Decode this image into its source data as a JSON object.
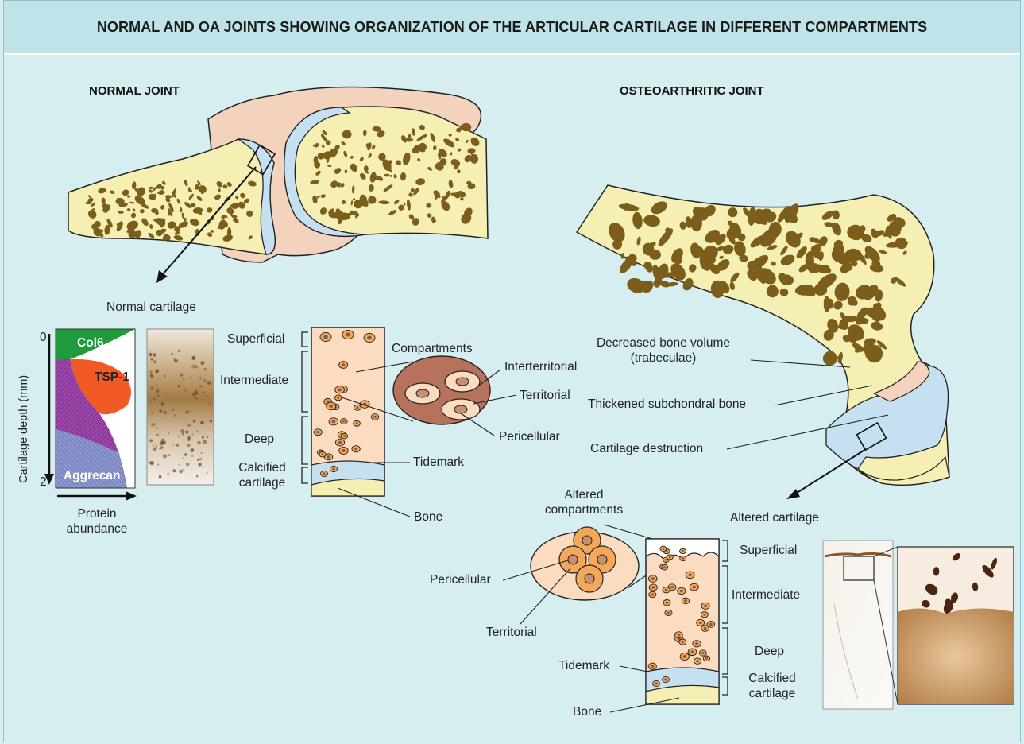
{
  "title": "NORMAL AND OA JOINTS SHOWING ORGANIZATION OF THE ARTICULAR CARTILAGE IN DIFFERENT COMPARTMENTS",
  "normal": {
    "heading": "NORMAL JOINT",
    "cartilage_label": "Normal cartilage",
    "chart": {
      "ylabel": "Cartilage depth (mm)",
      "xlabel": "Protein abundance",
      "tick_top": "0",
      "tick_bottom": "2",
      "proteins": [
        "Col6",
        "TSP-1",
        "Aggrecan"
      ]
    },
    "zones": {
      "superficial": "Superficial",
      "intermediate": "Intermediate",
      "deep": "Deep",
      "calcified": "Calcified\ncartilage"
    },
    "compartments": "Compartments",
    "interterritorial": "Interterritorial",
    "territorial": "Territorial",
    "pericellular": "Pericellular",
    "tidemark": "Tidemark",
    "bone": "Bone"
  },
  "oa": {
    "heading": "OSTEOARTHRITIC JOINT",
    "decreased_bone": "Decreased bone volume\n(trabeculae)",
    "thickened": "Thickened subchondral bone",
    "destruction": "Cartilage destruction",
    "altered_cartilage": "Altered cartilage",
    "altered_compartments": "Altered\ncompartments",
    "pericellular": "Pericellular",
    "territorial": "Territorial",
    "tidemark": "Tidemark",
    "bone": "Bone",
    "zones": {
      "superficial": "Superficial",
      "intermediate": "Intermediate",
      "deep": "Deep",
      "calcified": "Calcified\ncartilage"
    }
  },
  "colors": {
    "background": "#d7eef1",
    "title_bar": "#bfe3e8",
    "bone_fill": "#f6efb4",
    "trabeculae": "#7b5e1c",
    "cartilage": "#c5e0f0",
    "synovium": "#f3d2be",
    "matrix": "#fbdcc0",
    "col6": "#1f9a3c",
    "tsp1": "#f15a24",
    "aggrecan_purple": "#8e3a9a",
    "aggrecan_blue": "#7d85c0"
  }
}
